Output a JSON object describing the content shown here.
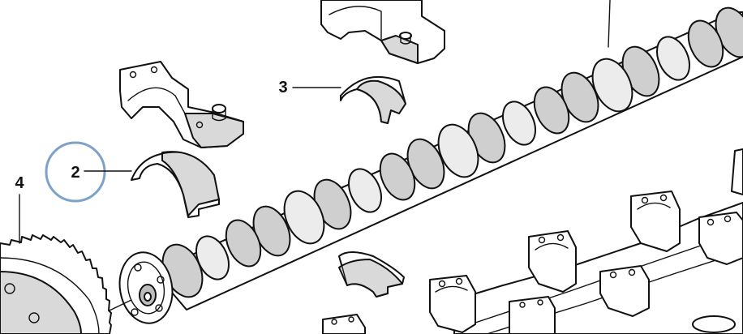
{
  "callouts": [
    {
      "label": "2",
      "highlighted": true
    },
    {
      "label": "3",
      "highlighted": false
    },
    {
      "label": "4",
      "highlighted": false
    }
  ],
  "colors": {
    "highlight_ring": "#7da1c8",
    "line": "#111111",
    "shade": "#d9d9d9"
  }
}
